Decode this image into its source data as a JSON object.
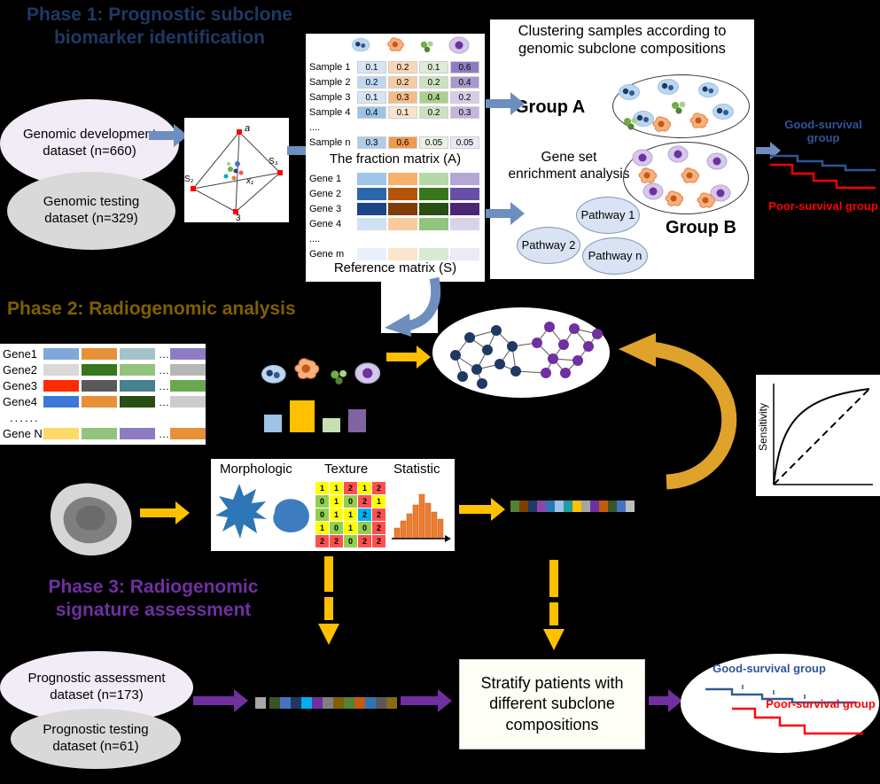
{
  "palette": {
    "phase1_title": "#1F3864",
    "phase2_title": "#7F6000",
    "phase3_title": "#7030A0",
    "phase1_arrow": "#6D8EBF",
    "phase2_arrow": "#FFC000",
    "phase2_curved_arrow": "#DFA32B",
    "phase3_arrow": "#7030A0",
    "good_survival": "#2F5597",
    "poor_survival": "#FF0000"
  },
  "phase1": {
    "title": "Phase 1: Prognostic subclone biomarker identification",
    "dataset_dev": "Genomic development dataset (n=660)",
    "dataset_test": "Genomic testing dataset (n=329)",
    "simplex": {
      "a": "a",
      "s2": "S₂",
      "s3": "S₃",
      "x1": "x₁",
      "v3": "3"
    },
    "fraction_matrix": {
      "caption": "The fraction matrix (A)",
      "rows": [
        {
          "label": "Sample 1",
          "values": [
            "0.1",
            "0.2",
            "0.1",
            "0.6"
          ],
          "colors": [
            "#D6E4F4",
            "#F8D8B8",
            "#DCEBD5",
            "#8E7CC3"
          ]
        },
        {
          "label": "Sample 2",
          "values": [
            "0.2",
            "0.2",
            "0.2",
            "0.4"
          ],
          "colors": [
            "#C0D8EF",
            "#F6CBA4",
            "#CBE2C1",
            "#A898CB"
          ]
        },
        {
          "label": "Sample 3",
          "values": [
            "0.1",
            "0.3",
            "0.4",
            "0.2"
          ],
          "colors": [
            "#D6E4F4",
            "#F3BC85",
            "#A9D18E",
            "#D5CCE6"
          ]
        },
        {
          "label": "Sample 4",
          "values": [
            "0.4",
            "0.1",
            "0.2",
            "0.3"
          ],
          "colors": [
            "#9CC3E5",
            "#FAE3CE",
            "#CBE2C1",
            "#C3B5DB"
          ]
        },
        {
          "label": "...."
        },
        {
          "label": "Sample n",
          "values": [
            "0.3",
            "0.6",
            "0.05",
            "0.05"
          ],
          "colors": [
            "#ADCDE9",
            "#ED9A4C",
            "#E9F2E5",
            "#ECE7F3"
          ]
        }
      ]
    },
    "reference_matrix": {
      "caption": "Reference matrix (S)",
      "rows": [
        {
          "label": "Gene 1",
          "colors": [
            "#9FC5E8",
            "#F6B26B",
            "#B6D7A8",
            "#B4A7D6"
          ]
        },
        {
          "label": "Gene 2",
          "colors": [
            "#2E66AC",
            "#B45309",
            "#38761D",
            "#674EA7"
          ]
        },
        {
          "label": "Gene 3",
          "colors": [
            "#1C4587",
            "#7F3B08",
            "#274E13",
            "#4C2573"
          ]
        },
        {
          "label": "Gene 4",
          "colors": [
            "#CFE2F3",
            "#F9CB9C",
            "#93C47D",
            "#D9D2E9"
          ]
        },
        {
          "label": "...."
        },
        {
          "label": "Gene m",
          "colors": [
            "#E8F0FB",
            "#FCE5CD",
            "#D9EAD3",
            "#EDE9F5"
          ]
        }
      ]
    },
    "clustering": {
      "title": "Clustering samples according to genomic subclone compositions",
      "group_a": "Group A",
      "group_b": "Group B",
      "gsea": "Gene set enrichment analysis",
      "pathway_1": "Pathway 1",
      "pathway_2": "Pathway 2",
      "pathway_n": "Pathway n"
    },
    "survival_good": "Good-survival group",
    "survival_poor": "Poor-survival group"
  },
  "phase2": {
    "title": "Phase 2: Radiogenomic analysis",
    "gene_table": {
      "mid_dots": "…",
      "rows": [
        {
          "label": "Gene1",
          "colors": [
            "#7FA8D9",
            "#E69138",
            "#A2C4C9",
            "#8E7CC3"
          ]
        },
        {
          "label": "Gene2",
          "colors": [
            "#D9D9D9",
            "#38761D",
            "#93C47D",
            "#B7B7B7"
          ]
        },
        {
          "label": "Gene3",
          "colors": [
            "#FF2A00",
            "#595959",
            "#45818E",
            "#6AA84F"
          ]
        },
        {
          "label": "Gene4",
          "colors": [
            "#3C78D8",
            "#E69138",
            "#274E13",
            "#CCCCCC"
          ]
        },
        {
          "label": "......"
        },
        {
          "label": "Gene N",
          "colors": [
            "#FFD966",
            "#93C47D",
            "#8E7CC3",
            "#E69138"
          ]
        }
      ]
    },
    "bars": {
      "colors": [
        "#9DC3E6",
        "#FFC000",
        "#C6E0B4",
        "#8064A2"
      ]
    },
    "features": {
      "morphologic": "Morphologic",
      "texture": "Texture",
      "statistic": "Statistic"
    },
    "texture_matrix": {
      "values": [
        [
          "1",
          "1",
          "2",
          "1",
          "2"
        ],
        [
          "0",
          "1",
          "0",
          "2",
          "1"
        ],
        [
          "0",
          "1",
          "1",
          "2",
          "2"
        ],
        [
          "1",
          "0",
          "1",
          "0",
          "2"
        ],
        [
          "2",
          "2",
          "0",
          "2",
          "2"
        ]
      ],
      "colors": [
        [
          "#FFFF00",
          "#FFFF00",
          "#FF5050",
          "#FFFF00",
          "#FF5050"
        ],
        [
          "#92D050",
          "#FFFF00",
          "#92D050",
          "#FF5050",
          "#FFFF00"
        ],
        [
          "#92D050",
          "#FFFF00",
          "#FFFF00",
          "#00B0F0",
          "#FF5050"
        ],
        [
          "#FFFF00",
          "#92D050",
          "#FFFF00",
          "#92D050",
          "#FF5050"
        ],
        [
          "#FF5050",
          "#FF5050",
          "#92D050",
          "#FF5050",
          "#FF5050"
        ]
      ]
    },
    "roc_ylabel": "Sensitivity",
    "strip_colors": [
      "#538135",
      "#7B3F00",
      "#203864",
      "#8E44AD",
      "#2E75B6",
      "#9DC3E6",
      "#1F9E9E",
      "#FFC000",
      "#A6A6A6",
      "#7030A0",
      "#C55A11",
      "#375623",
      "#4472C4",
      "#BFBFBF"
    ]
  },
  "phase3": {
    "title": "Phase 3: Radiogenomic signature assessment",
    "dataset_assessment": "Prognostic assessment dataset (n=173)",
    "dataset_test": "Prognostic testing dataset (n=61)",
    "stratify": "Stratify patients with different subclone compositions",
    "strip_colors": [
      "#A6A6A6",
      "#375623",
      "#4472C4",
      "#1F3864",
      "#00B0F0",
      "#7030A0",
      "#808080",
      "#7F6000",
      "#538135",
      "#C55A11",
      "#2E75B6",
      "#595959",
      "#8B6914"
    ],
    "survival_good": "Good-survival group",
    "survival_poor": "Poor-survival group"
  }
}
